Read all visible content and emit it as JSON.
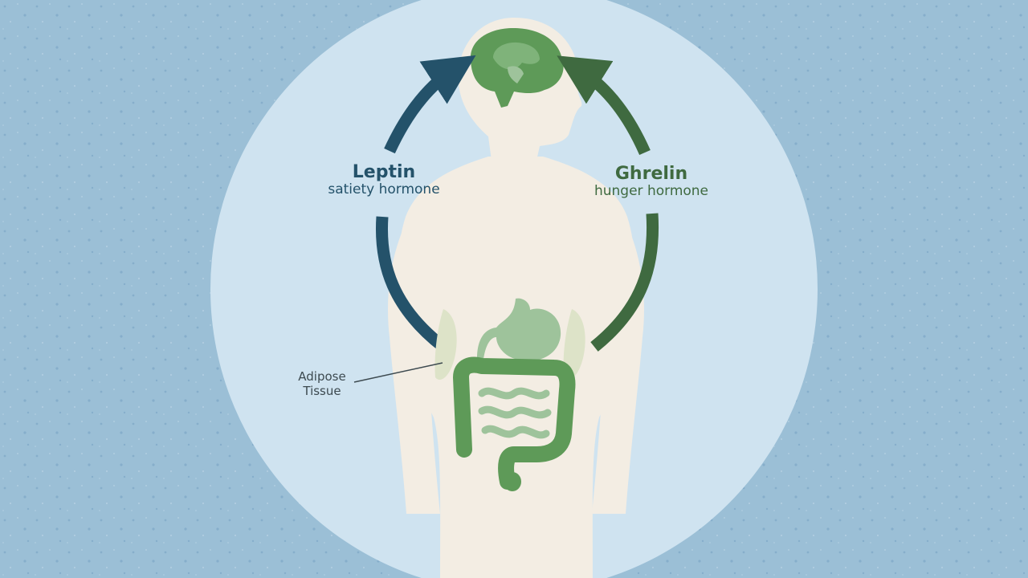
{
  "diagram": {
    "leptin": {
      "title": "Leptin",
      "subtitle": "satiety hormone"
    },
    "ghrelin": {
      "title": "Ghrelin",
      "subtitle": "hunger hormone"
    },
    "adipose": {
      "line1": "Adipose",
      "line2": "Tissue"
    }
  },
  "colors": {
    "background": "#9bbfd6",
    "circle": "#cfe3f0",
    "silhouette": "#f3ede3",
    "leptin_arrow": "#24526a",
    "ghrelin_arrow": "#3f6a40",
    "organ_light": "#9ec39b",
    "organ_dark": "#5e9a58"
  },
  "icons": [
    "brain-icon",
    "stomach-icon",
    "intestines-icon",
    "adipose-tissue-icon"
  ]
}
